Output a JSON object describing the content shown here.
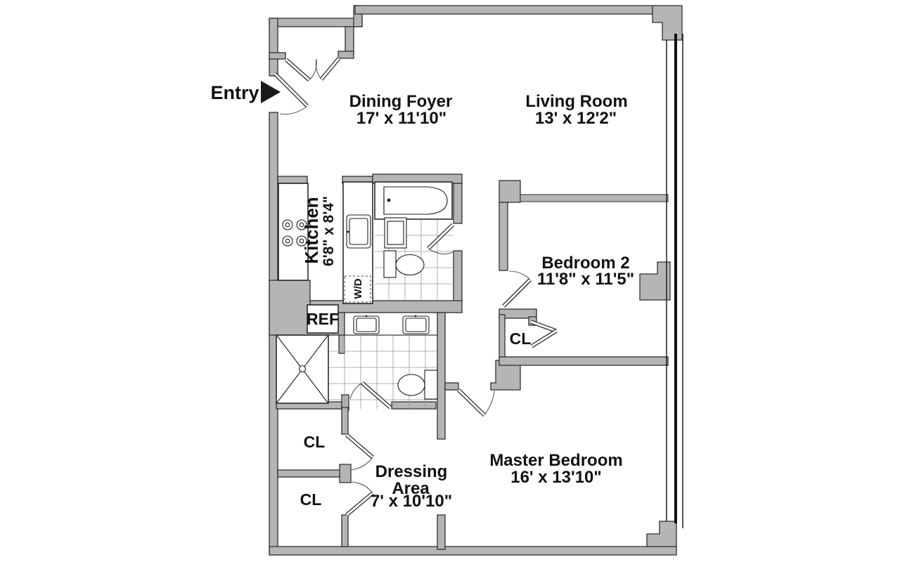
{
  "floorplan": {
    "entry_label": "Entry",
    "rooms": {
      "dining_foyer": {
        "name": "Dining Foyer",
        "dims": "17' x 11'10\""
      },
      "living_room": {
        "name": "Living Room",
        "dims": "13' x 12'2\""
      },
      "kitchen": {
        "name": "Kitchen",
        "dims": "6'8\" x 8'4\""
      },
      "bedroom_2": {
        "name": "Bedroom 2",
        "dims": "11'8\" x 11'5\""
      },
      "master_bedroom": {
        "name": "Master Bedroom",
        "dims": "16' x 13'10\""
      },
      "dressing_area": {
        "name_line1": "Dressing",
        "name_line2": "Area",
        "dims": "7' x 10'10\""
      }
    },
    "closets": {
      "bedroom2_closet": "CL",
      "dressing_closet_upper": "CL",
      "dressing_closet_lower": "CL"
    },
    "appliances": {
      "refrigerator": "REF",
      "washer_dryer": "W/D"
    },
    "colors": {
      "wall_fill": "#b5b5b5",
      "wall_outline": "#2f2f2f",
      "line": "#1c1c1c",
      "text": "#111111",
      "tile_grid": "#999999",
      "background": "#ffffff"
    }
  }
}
